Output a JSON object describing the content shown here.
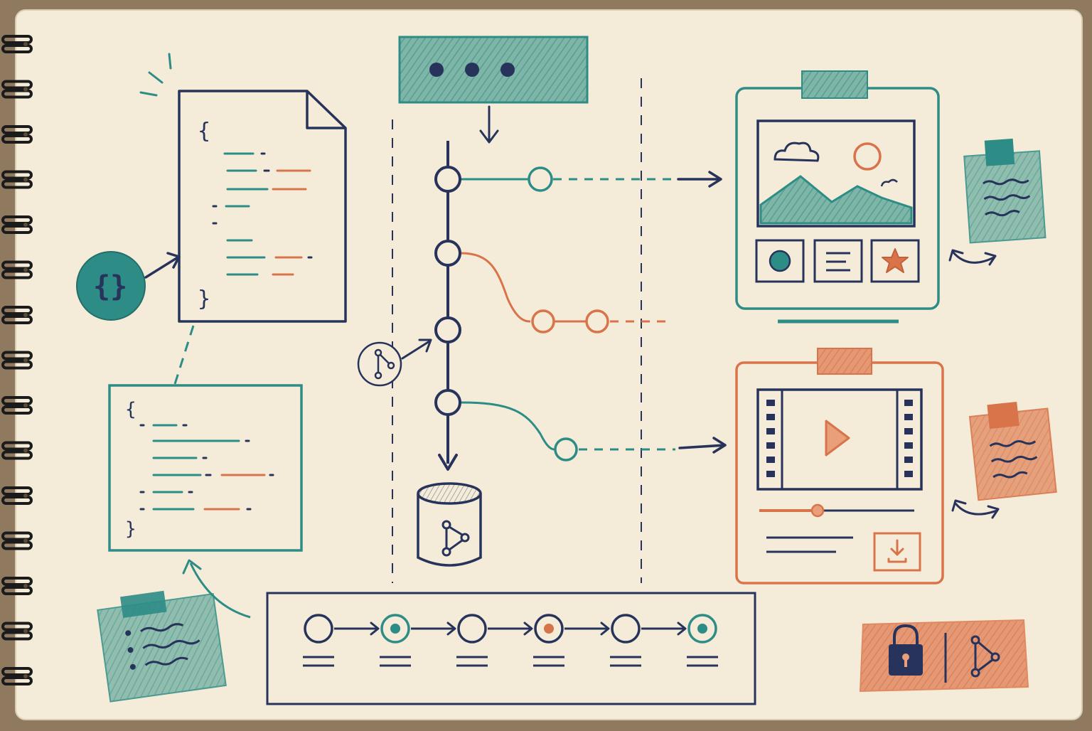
{
  "code_document": {
    "open_brace": "{",
    "close_brace": "}"
  },
  "code_panel": {
    "open_brace": "{",
    "close_brace": "}"
  },
  "colors": {
    "paper": "#f4ecd9",
    "navy": "#27335a",
    "teal": "#2e8c86",
    "teal_light": "#9cc8b8",
    "orange": "#d9744a",
    "orange_light": "#e9a07a",
    "desk": "#8f7a60",
    "spiral": "#1b1b1b"
  },
  "icons": [
    "json-braces-icon",
    "document-icon",
    "ellipsis-icon",
    "branch-icon",
    "database-icon",
    "image-icon",
    "cloud-icon",
    "sun-icon",
    "mountain-icon",
    "circle-icon",
    "text-lines-icon",
    "star-icon",
    "video-icon",
    "play-icon",
    "download-icon",
    "lock-icon",
    "share-icon",
    "sticky-note-icon"
  ],
  "pipeline": {
    "steps": 6,
    "filled_steps": [
      2,
      4,
      6
    ]
  }
}
